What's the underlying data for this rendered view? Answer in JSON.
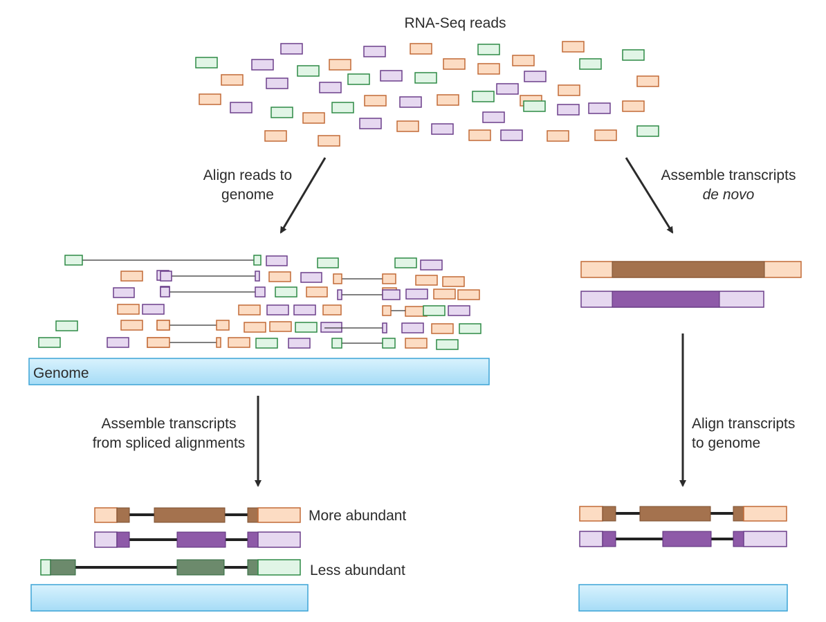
{
  "labels": {
    "reads_title": "RNA-Seq reads",
    "align_reads_1": "Align reads to",
    "align_reads_2": "genome",
    "assemble_denovo_1": "Assemble transcripts",
    "assemble_denovo_2": "de novo",
    "genome": "Genome",
    "assemble_spliced_1": "Assemble transcripts",
    "assemble_spliced_2": "from spliced alignments",
    "align_transcripts_1": "Align transcripts",
    "align_transcripts_2": "to genome",
    "more_abundant": "More abundant",
    "less_abundant": "Less abundant"
  },
  "colors": {
    "orange_fill": "#fcdcc3",
    "orange_stroke": "#c26a36",
    "orange_dark": "#a4724e",
    "purple_fill": "#e6d8f0",
    "purple_stroke": "#6b3f8a",
    "purple_dark": "#8e5aa8",
    "green_fill": "#e1f5e6",
    "green_stroke": "#2d8a45",
    "green_dark": "#6c8a6c",
    "genome_fill": "#bfe7fa",
    "genome_stroke": "#3ba3d5",
    "arrow": "#2b2b2b"
  }
}
